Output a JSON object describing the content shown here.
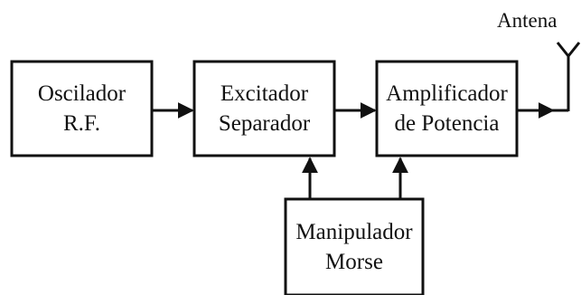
{
  "blocks": {
    "oscilador": {
      "line1": "Oscilador",
      "line2": "R.F."
    },
    "excitador": {
      "line1": "Excitador",
      "line2": "Separador"
    },
    "amplificador": {
      "line1": "Amplificador",
      "line2": "de Potencia"
    },
    "manipulador": {
      "line1": "Manipulador",
      "line2": "Morse"
    }
  },
  "antenna": {
    "label": "Antena"
  },
  "colors": {
    "stroke": "#111111",
    "background": "#ffffff"
  }
}
